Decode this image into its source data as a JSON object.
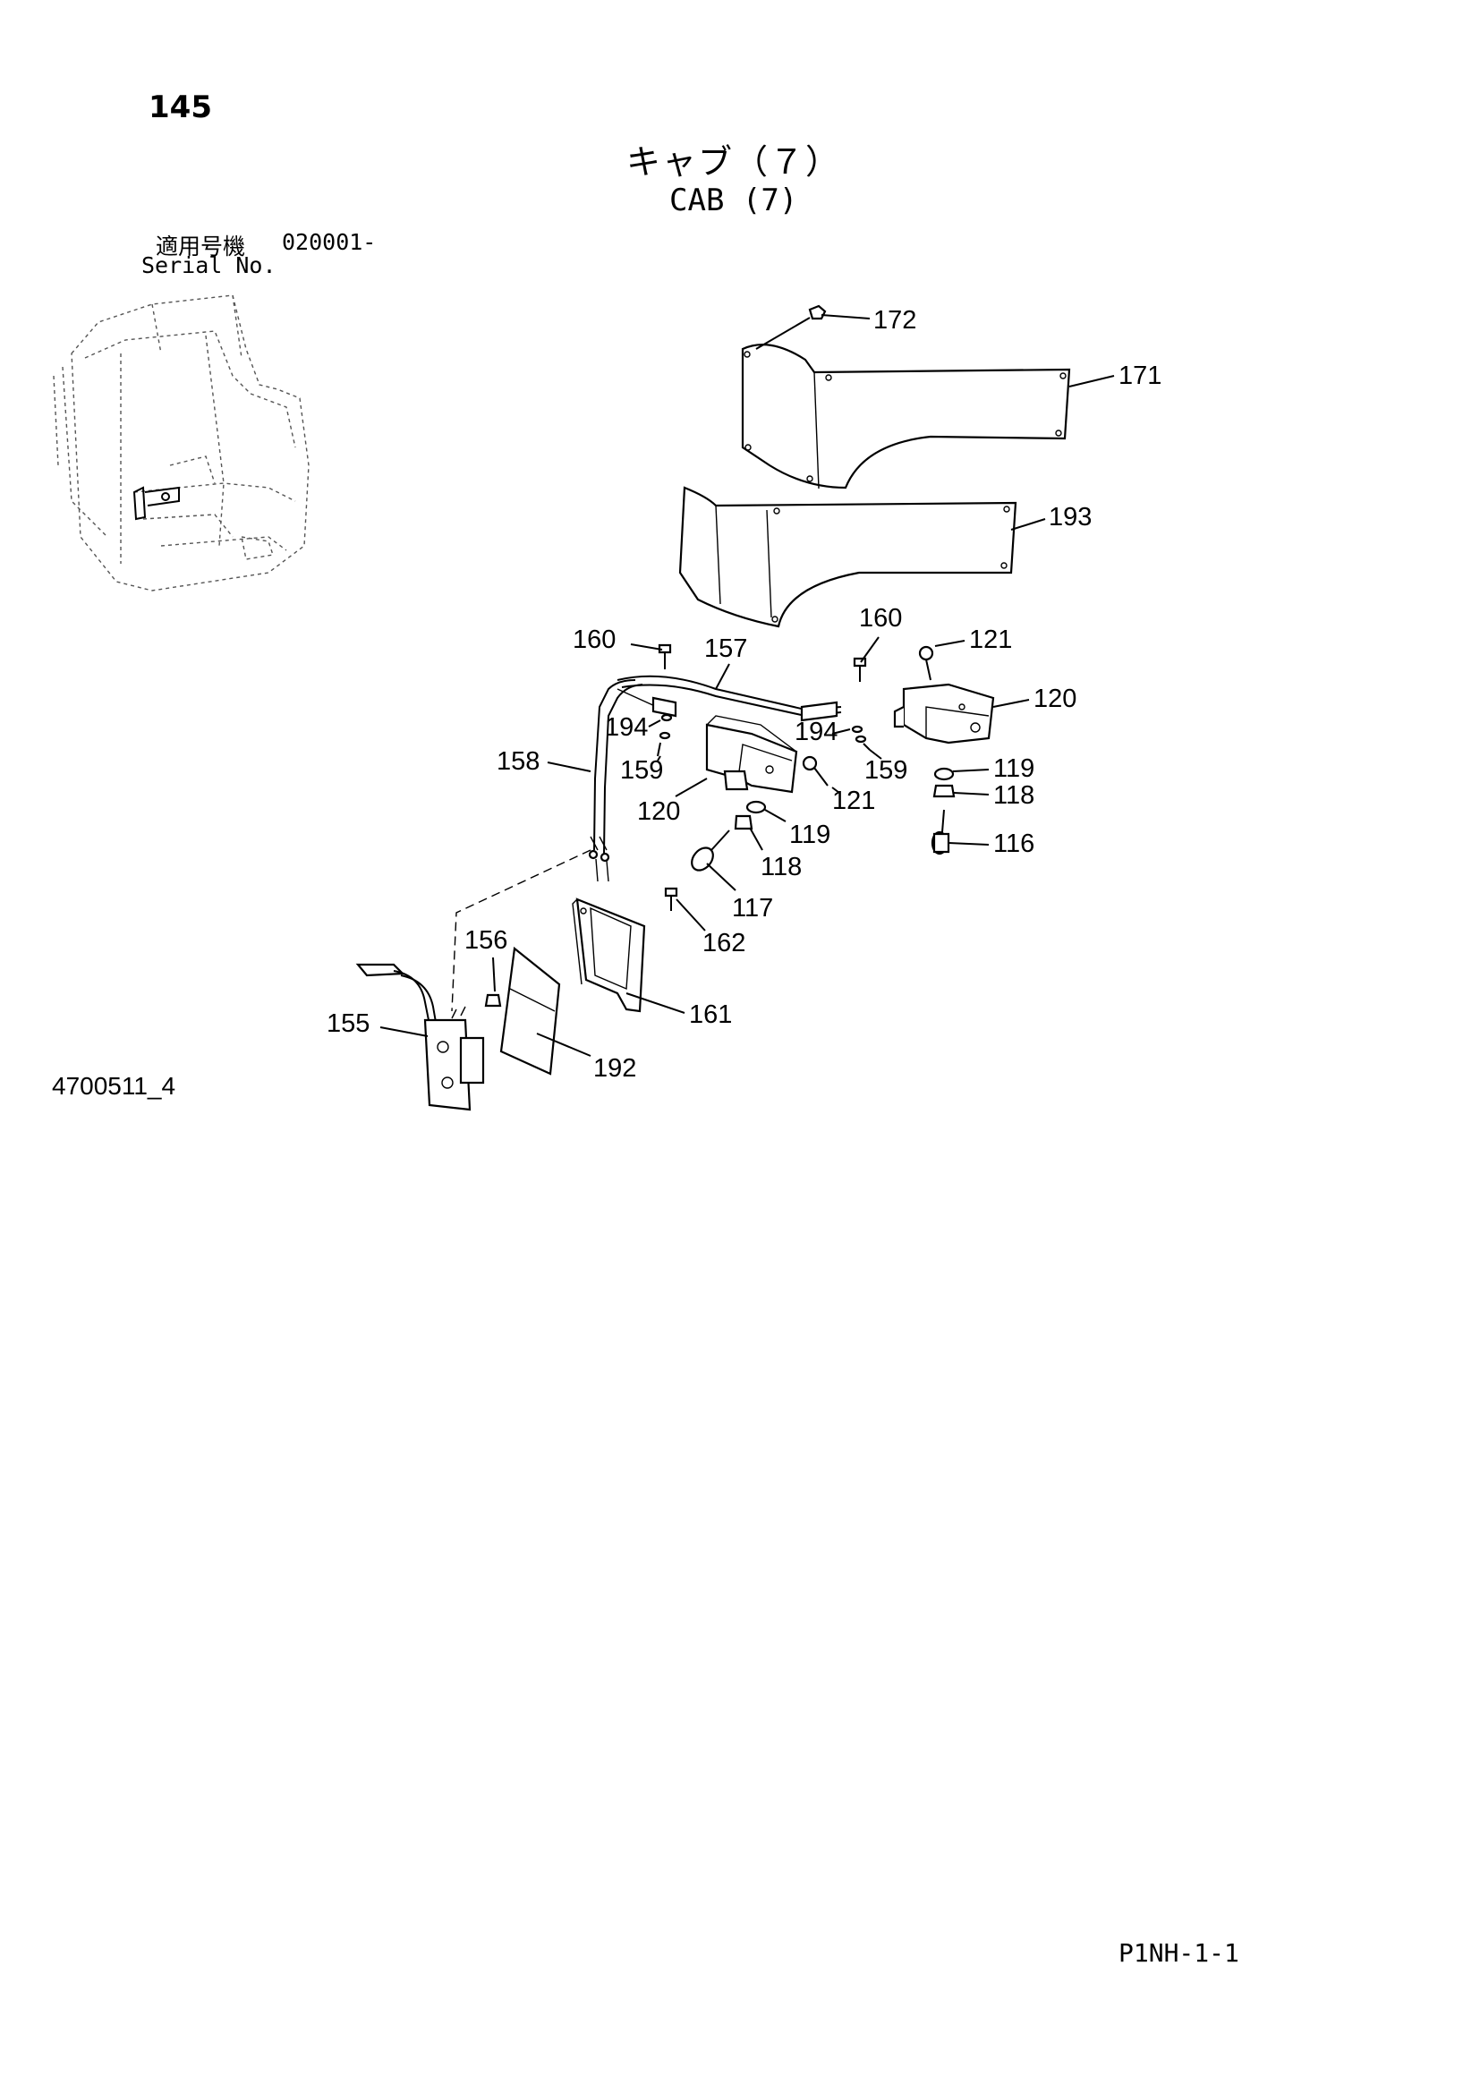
{
  "page_number": "145",
  "title_jp": "キャブ（７）",
  "title_en": "CAB (7)",
  "serial": {
    "label_jp": "適用号機",
    "range": "020001-",
    "label_en": "Serial No."
  },
  "figure_id": "4700511_4",
  "page_code": "P1NH-1-1",
  "callouts": {
    "c172": "172",
    "c171": "171",
    "c193": "193",
    "c160a": "160",
    "c157": "157",
    "c160b": "160",
    "c121a": "121",
    "c120a": "120",
    "c194a": "194",
    "c194b": "194",
    "c158": "158",
    "c159a": "159",
    "c159b": "159",
    "c120b": "120",
    "c121b": "121",
    "c119a": "119",
    "c118a": "118",
    "c116": "116",
    "c119b": "119",
    "c118b": "118",
    "c117": "117",
    "c162": "162",
    "c156": "156",
    "c155": "155",
    "c161": "161",
    "c192": "192"
  }
}
